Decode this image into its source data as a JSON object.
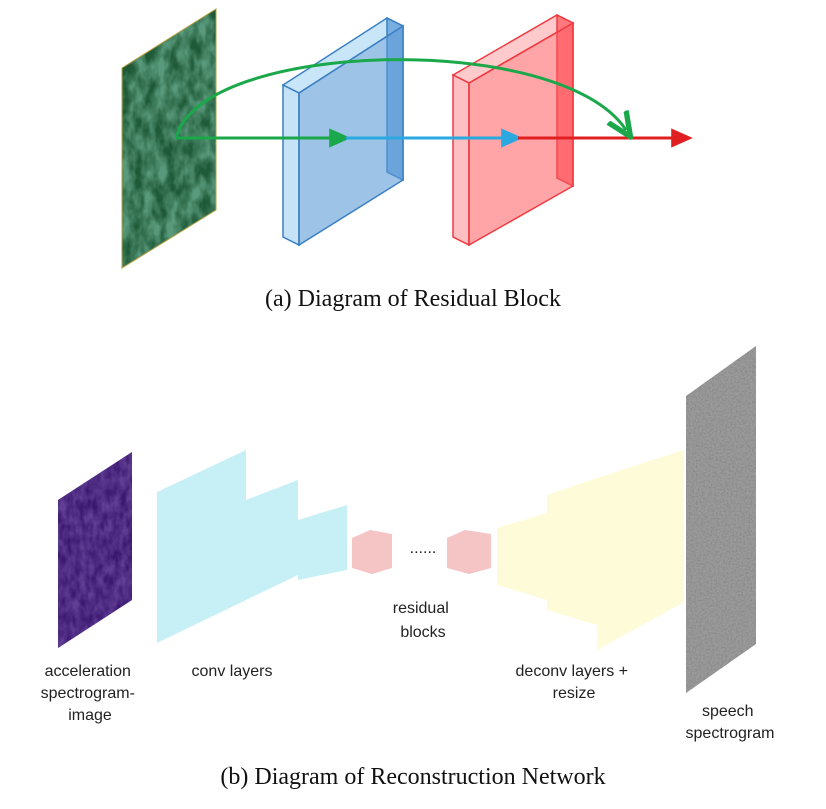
{
  "panel_a": {
    "caption": "(a) Diagram of Residual Block"
  },
  "panel_b": {
    "caption": "(b) Diagram of Reconstruction Network",
    "labels": {
      "input_line1": "acceleration",
      "input_line2": "spectrogram-",
      "input_line3": "image",
      "conv": "conv layers",
      "dots": "......",
      "residual_line1": "residual",
      "residual_line2": "blocks",
      "deconv_line1": "deconv layers +",
      "deconv_line2": "resize",
      "output_line1": "speech",
      "output_line2": "spectrogram"
    }
  },
  "colors": {
    "input_texture_a": "#1f5a38",
    "conv_block_blue": "#5b9bd5",
    "second_block_red": "#ff5a5f",
    "skip_arrow": "#1aa84a",
    "arrow_blue": "#2aa8e0",
    "arrow_red": "#e02020",
    "input_texture_b": "#3a1870",
    "conv_layers": "#c6f0f5",
    "residual_blocks": "#f5c4c4",
    "deconv_layers": "#fefbd8",
    "output_texture": "#9a9a9a"
  }
}
